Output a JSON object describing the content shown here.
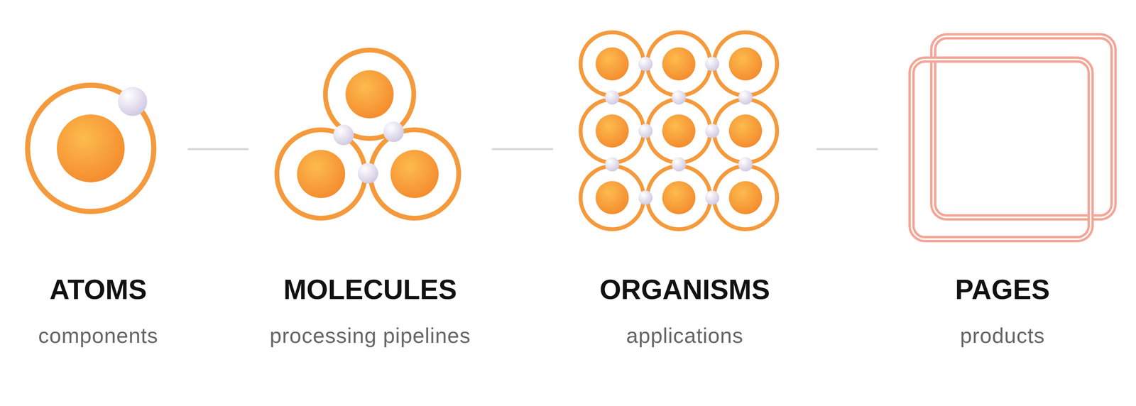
{
  "diagram": {
    "nodes": [
      {
        "text": [
          "ATOMS",
          "components"
        ]
      },
      {
        "text": [
          "MOLECULES",
          "processing pipelines"
        ]
      },
      {
        "text": [
          "ORGANISMS",
          "applications"
        ]
      },
      {
        "text": [
          "PAGES",
          "products"
        ]
      }
    ],
    "edges": [
      {
        "from": 0,
        "to": 1,
        "arrow": "none"
      },
      {
        "from": 1,
        "to": 2,
        "arrow": "none"
      },
      {
        "from": 2,
        "to": 3,
        "arrow": "none"
      }
    ]
  }
}
